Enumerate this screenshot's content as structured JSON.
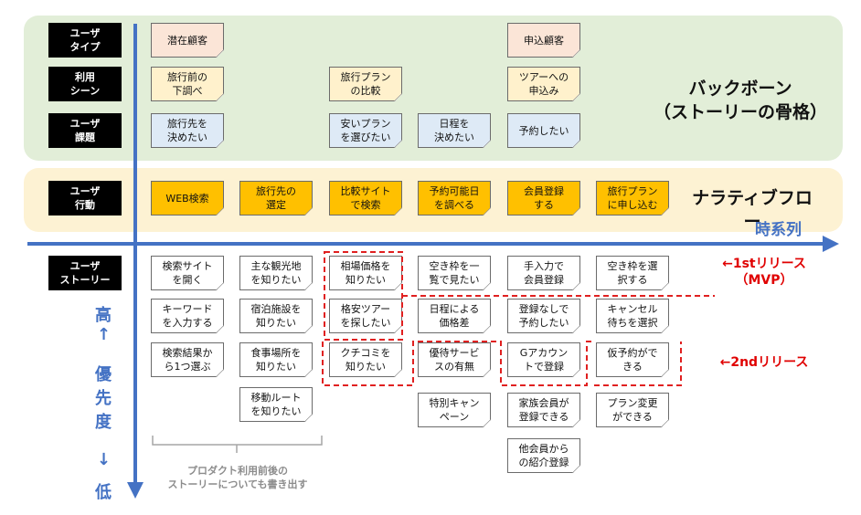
{
  "row_labels": {
    "user_type": "ユーザ\nタイプ",
    "scene": "利用\nシーン",
    "issue": "ユーザ\n課題",
    "action": "ユーザ\n行動",
    "story": "ユーザ\nストーリー"
  },
  "user_type": {
    "c1": "潜在顧客",
    "c5": "申込顧客"
  },
  "scene": {
    "c1": "旅行前の\n下調べ",
    "c3": "旅行プラン\nの比較",
    "c5": "ツアーへの\n申込み"
  },
  "issue": {
    "c1": "旅行先を\n決めたい",
    "c3": "安いプラン\nを選びたい",
    "c4": "日程を\n決めたい",
    "c5": "予約したい"
  },
  "actions": [
    "WEB検索",
    "旅行先の\n選定",
    "比較サイト\nで検索",
    "予約可能日\nを調べる",
    "会員登録\nする",
    "旅行プラン\nに申し込む"
  ],
  "stories": {
    "col1": [
      "検索サイト\nを開く",
      "キーワード\nを入力する",
      "検索結果か\nら1つ選ぶ"
    ],
    "col2": [
      "主な観光地\nを知りたい",
      "宿泊施設を\n知りたい",
      "食事場所を\n知りたい",
      "移動ルート\nを知りたい"
    ],
    "col3": [
      "相場価格を\n知りたい",
      "格安ツアー\nを探したい",
      "クチコミを\n知りたい"
    ],
    "col4": [
      "空き枠を一\n覧で見たい",
      "日程による\n価格差",
      "優待サービ\nスの有無",
      "特別キャン\nペーン"
    ],
    "col5": [
      "手入力で\n会員登録",
      "登録なしで\n予約したい",
      "Gアカウン\nトで登録",
      "家族会員が\n登録できる",
      "他会員から\nの紹介登録"
    ],
    "col6": [
      "空き枠を選\n択する",
      "キャンセル\n待ちを選択",
      "仮予約がで\nきる",
      "プラン変更\nができる"
    ]
  },
  "titles": {
    "backbone": "バックボーン\n（ストーリーの骨格）",
    "narrative": "ナラティブフロー",
    "timeline": "時系列"
  },
  "priority": {
    "high": "高",
    "up": "↑",
    "mid": "優\n先\n度",
    "down": "↓",
    "low": "低"
  },
  "releases": {
    "first": "←1stリリース\n（MVP）",
    "second": "←2ndリリース"
  },
  "bracket_note": "プロダクト利用前後の\nストーリーについても書き出す",
  "colors": {
    "axis": "#4472c4",
    "release": "#e02020",
    "action": "#ffc000",
    "backbone_bg": "#e2eed8",
    "narrative_bg": "#fdf2d3"
  }
}
